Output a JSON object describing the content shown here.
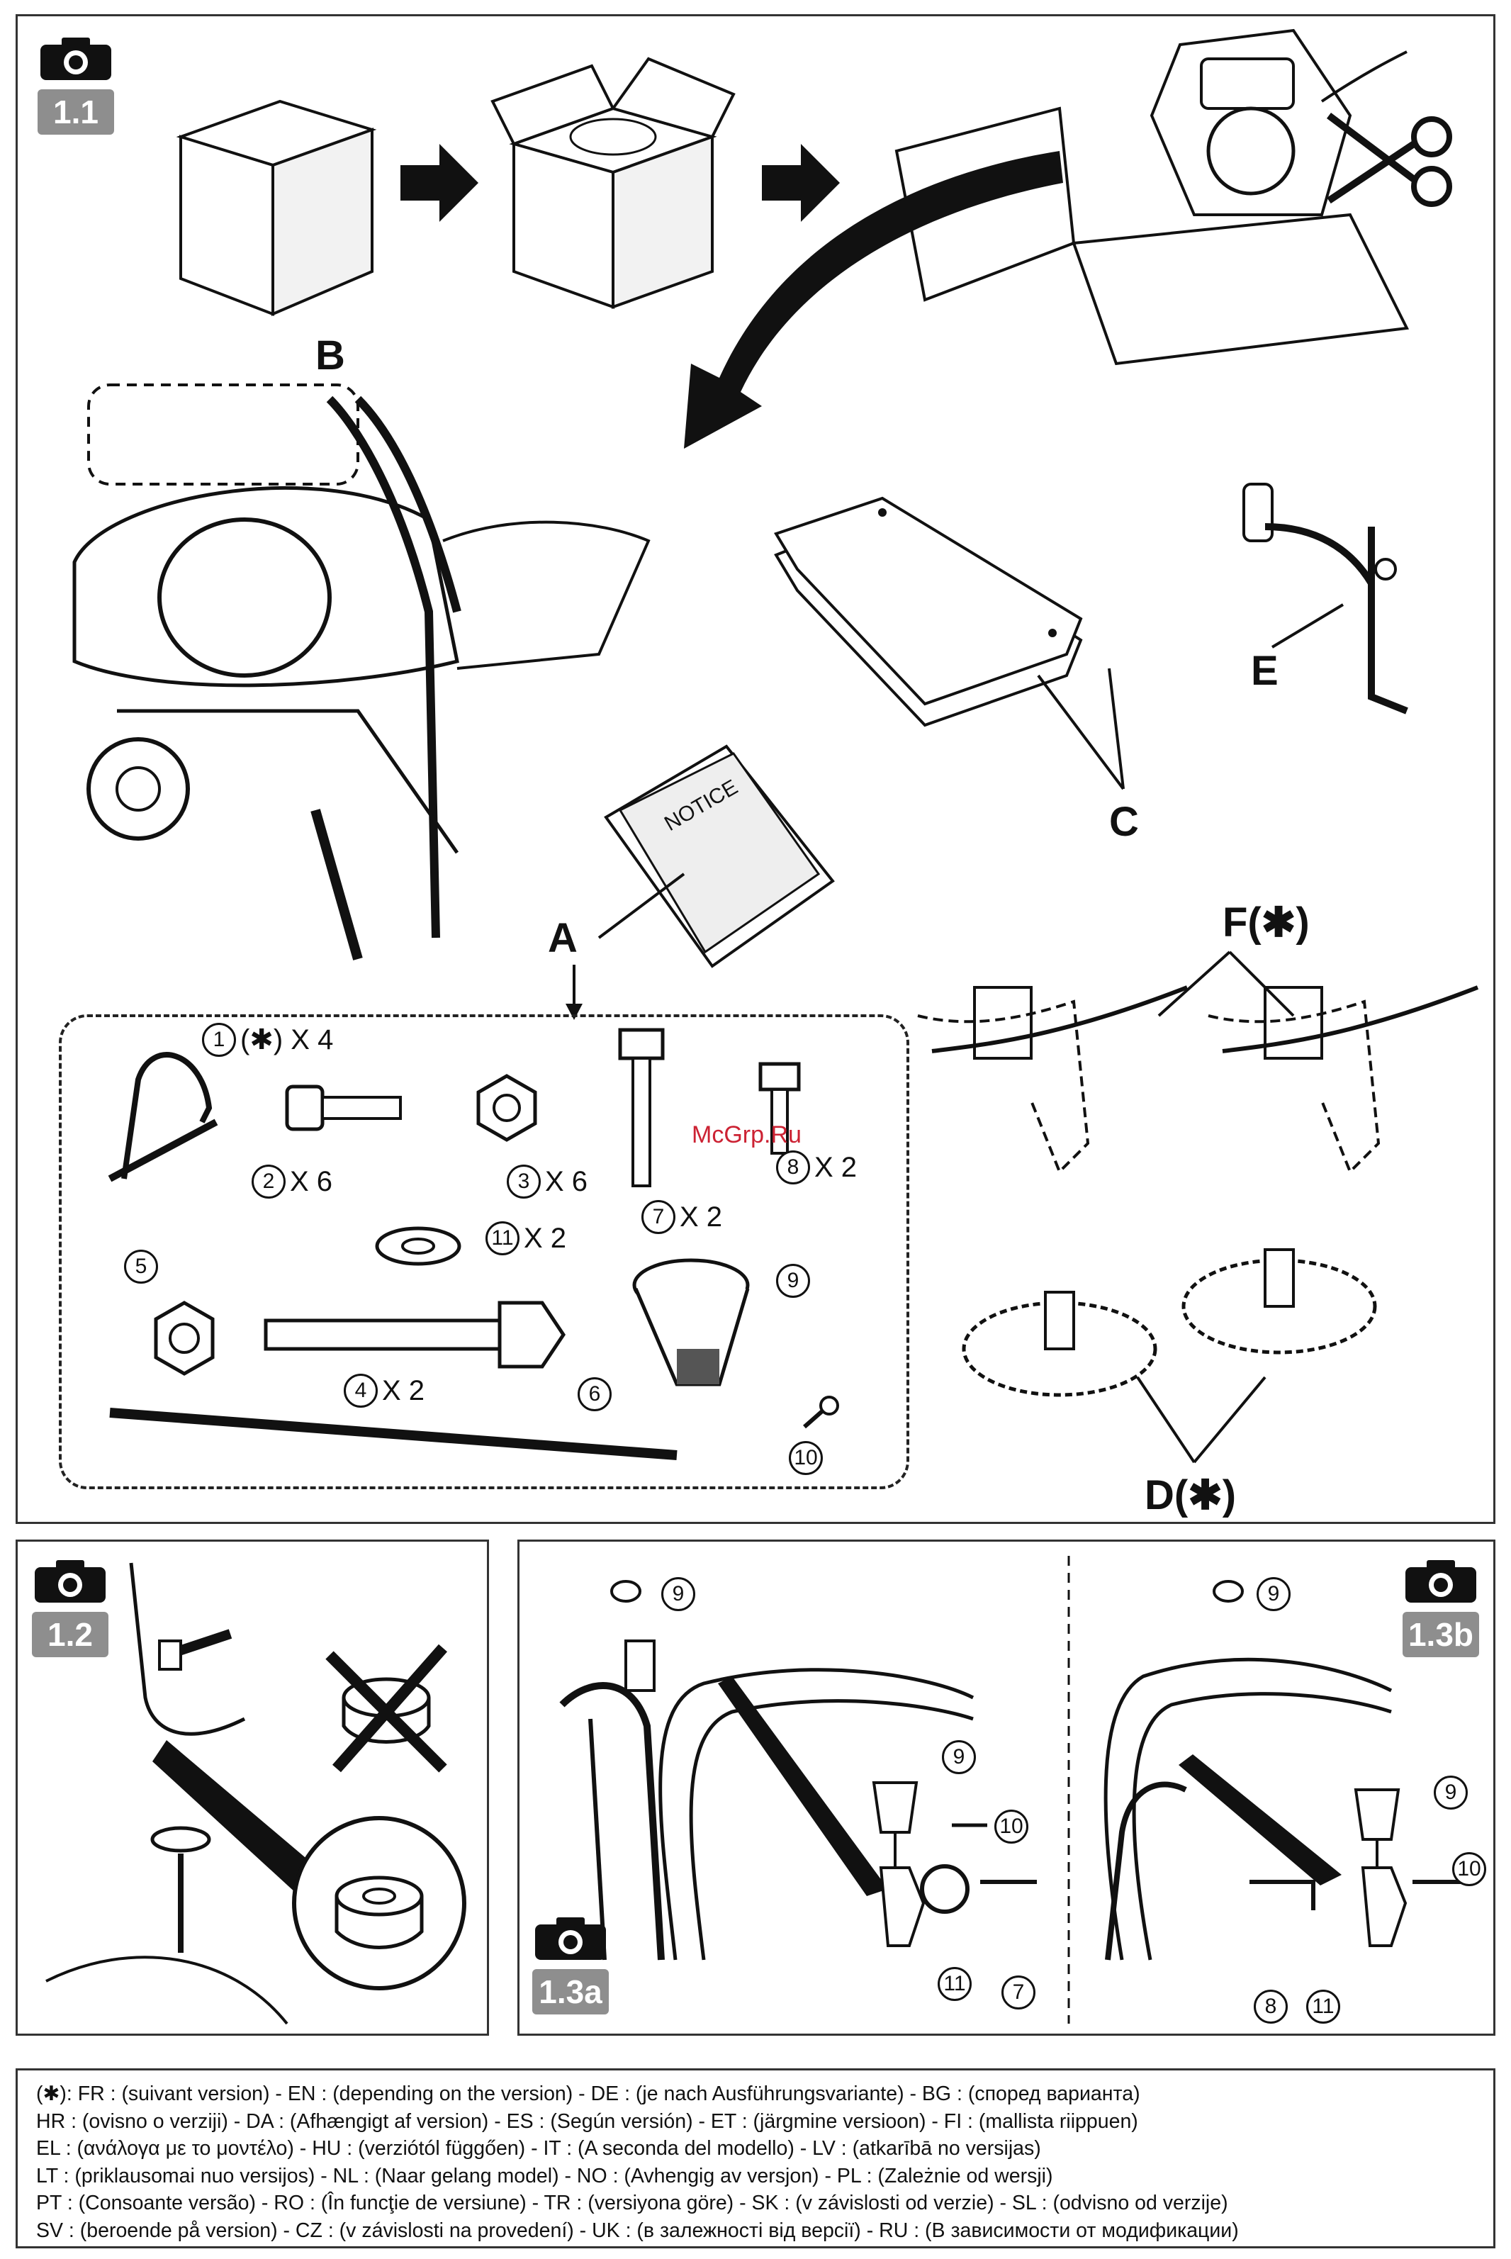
{
  "badges": {
    "s1": "1.1",
    "s2": "1.2",
    "s3a": "1.3a",
    "s3b": "1.3b"
  },
  "labels": {
    "B": "B",
    "A": "A",
    "C": "C",
    "E": "E",
    "F": "F(✱)",
    "D": "D(✱)"
  },
  "parts": [
    {
      "num": "1",
      "qty": "(✱) X 4"
    },
    {
      "num": "2",
      "qty": "X 6"
    },
    {
      "num": "3",
      "qty": "X 6"
    },
    {
      "num": "7",
      "qty": "X 2"
    },
    {
      "num": "8",
      "qty": "X 2"
    },
    {
      "num": "11",
      "qty": "X 2"
    },
    {
      "num": "5",
      "qty": ""
    },
    {
      "num": "9",
      "qty": ""
    },
    {
      "num": "6",
      "qty": ""
    },
    {
      "num": "4",
      "qty": "X 2"
    },
    {
      "num": "10",
      "qty": ""
    }
  ],
  "s3a_callouts": [
    "9",
    "9",
    "10",
    "11",
    "7"
  ],
  "s3b_callouts": [
    "9",
    "9",
    "10",
    "8",
    "11"
  ],
  "watermark": "McGrp.Ru",
  "legend": [
    "(✱): FR : (suivant version) - EN : (depending on the version) - DE : (je nach Ausführungsvariante) - BG : (според варианта)",
    "HR : (ovisno o verziji) - DA : (Afhængigt af version) - ES : (Según versión) - ET : (järgmine versioon) - FI : (mallista riippuen)",
    "EL : (ανάλογα με το μοντέλο) - HU : (verziótól függően) - IT : (A seconda del modello) - LV : (atkarībā no versijas)",
    "LT : (priklausomai nuo versijos) - NL : (Naar gelang model) - NO : (Avhengig av versjon) - PL : (Zależnie od wersji)",
    "PT : (Consoante versão) - RO : (În funcţie de versiune) - TR : (versiyona göre) - SK : (v závislosti od verzie) - SL : (odvisno od verzije)",
    "SV : (beroende på version) - CZ : (v závislosti na provedení) - UK : (в залежності від версії) - RU : (В зависимости от модификации)"
  ]
}
